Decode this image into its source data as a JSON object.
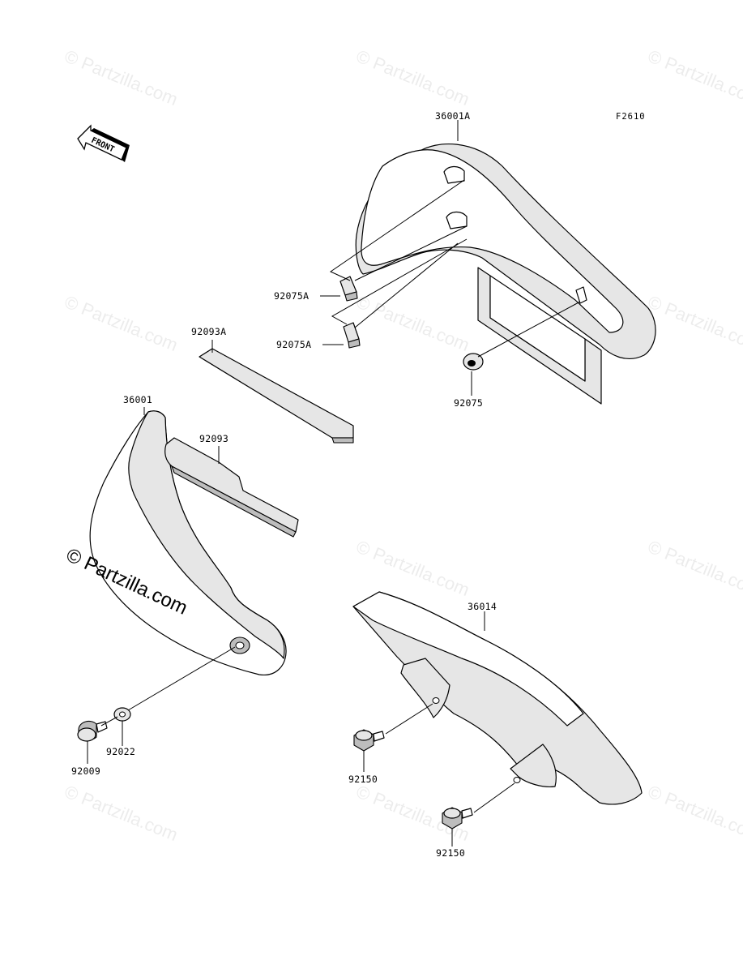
{
  "diagram_code": "F2610",
  "front_arrow_label": "FRONT",
  "watermark_text": "© Partzilla.com",
  "watermark_main": "© Partzilla.com",
  "callouts": {
    "p36001A": "36001A",
    "p92075A_1": "92075A",
    "p92075A_2": "92075A",
    "p92093A": "92093A",
    "p92075": "92075",
    "p36001": "36001",
    "p92093": "92093",
    "p36014": "36014",
    "p92022": "92022",
    "p92009": "92009",
    "p92150_1": "92150",
    "p92150_2": "92150"
  }
}
